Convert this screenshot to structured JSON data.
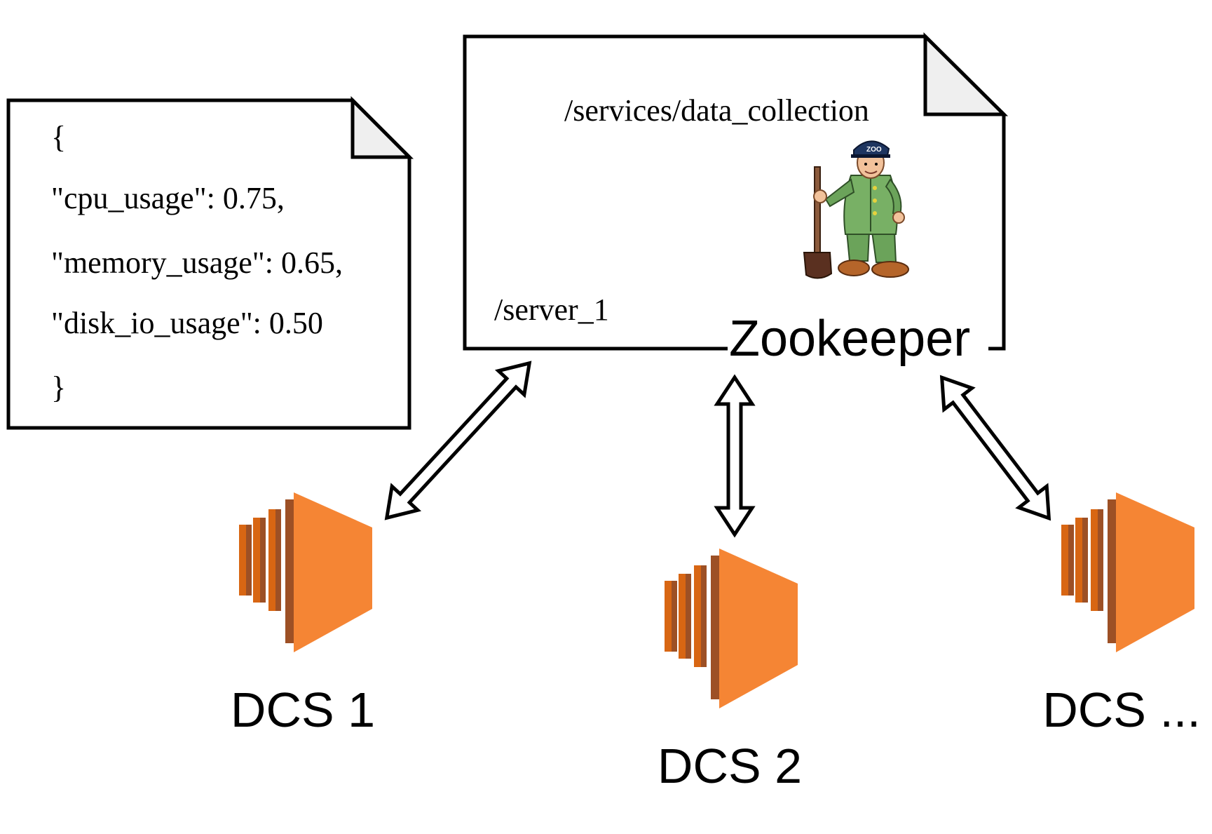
{
  "json_note": {
    "open_brace": "{",
    "lines": [
      "\"cpu_usage\": 0.75,",
      "\"memory_usage\": 0.65,",
      "\"disk_io_usage\": 0.50"
    ],
    "close_brace": "}"
  },
  "zookeeper": {
    "path_label": "/services/data_collection",
    "node_label": "/server_1",
    "title": "Zookeeper",
    "mascot_icon": "zookeeper-mascot-icon"
  },
  "servers": [
    {
      "label": "DCS 1",
      "icon": "ec2-instance-icon"
    },
    {
      "label": "DCS 2",
      "icon": "ec2-instance-icon"
    },
    {
      "label": "DCS ...",
      "icon": "ec2-instance-icon"
    }
  ],
  "colors": {
    "instance_orange": "#F58534",
    "instance_dark": "#9D5025",
    "instance_mid": "#D86613",
    "fold_fill": "#EFEFEF"
  }
}
